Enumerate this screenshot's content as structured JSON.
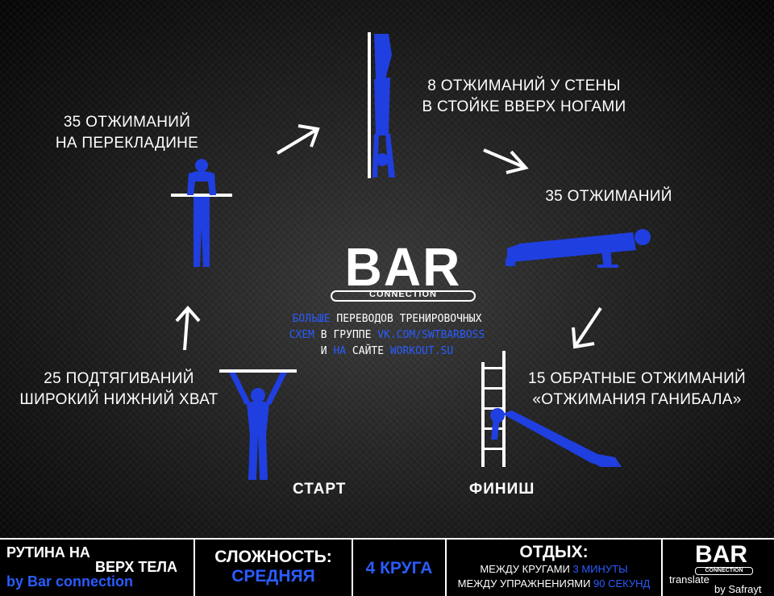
{
  "steps": {
    "pullups": [
      "25 ПОДТЯГИВАНИЙ",
      "ШИРОКИЙ НИЖНИЙ ХВАТ"
    ],
    "dips": [
      "35 ОТЖИМАНИЙ",
      "НА ПЕРЕКЛАДИНЕ"
    ],
    "handstand": [
      "8 ОТЖИМАНИЙ У СТЕНЫ",
      "В СТОЙКЕ ВВЕРХ НОГАМИ"
    ],
    "pushups": [
      "35 ОТЖИМАНИЙ"
    ],
    "reverse": [
      "15 ОБРАТНЫЕ ОТЖИМАНИЙ",
      "«ОТЖИМАНИЯ ГАНИБАЛА»"
    ]
  },
  "start_label": "СТАРТ",
  "finish_label": "ФИНИШ",
  "logo": {
    "big": "BAR",
    "small": "CONNECTION"
  },
  "promo": {
    "l1_blue": "БОЛЬШЕ",
    "l1_white": " ПЕРЕВОДОВ ТРЕНИРОВОЧНЫХ",
    "l2_blue": "СХЕМ",
    "l2_white": " В ГРУППЕ ",
    "l2_link": "VK.COM/SWTBARBOSS",
    "l3_white1": "И ",
    "l3_blue": "НА",
    "l3_white2": " САЙТЕ ",
    "l3_link": "WORKOUT.SU"
  },
  "footer": {
    "title_a": "РУТИНА НА",
    "title_b": "ВЕРХ ТЕЛА",
    "by": "by Bar connection",
    "difficulty_label": "СЛОЖНОСТЬ:",
    "difficulty_value": "СРЕДНЯЯ",
    "rounds": "4 КРУГА",
    "rest_label": "ОТДЫХ:",
    "rest_line1_prefix": "МЕЖДУ КРУГАМИ ",
    "rest_line1_value": "3 МИНУТЫ",
    "rest_line2_prefix": "МЕЖДУ УПРАЖНЕНИЯМИ ",
    "rest_line2_value": "90 СЕКУНД",
    "logo_big": "BAR",
    "logo_small": "CONNECTION",
    "translate": "translate",
    "by_safrayt": "by Safrayt"
  },
  "colors": {
    "accent": "#2a5cff",
    "figure": "#1f3fe0",
    "background": "#1e1e1e"
  }
}
